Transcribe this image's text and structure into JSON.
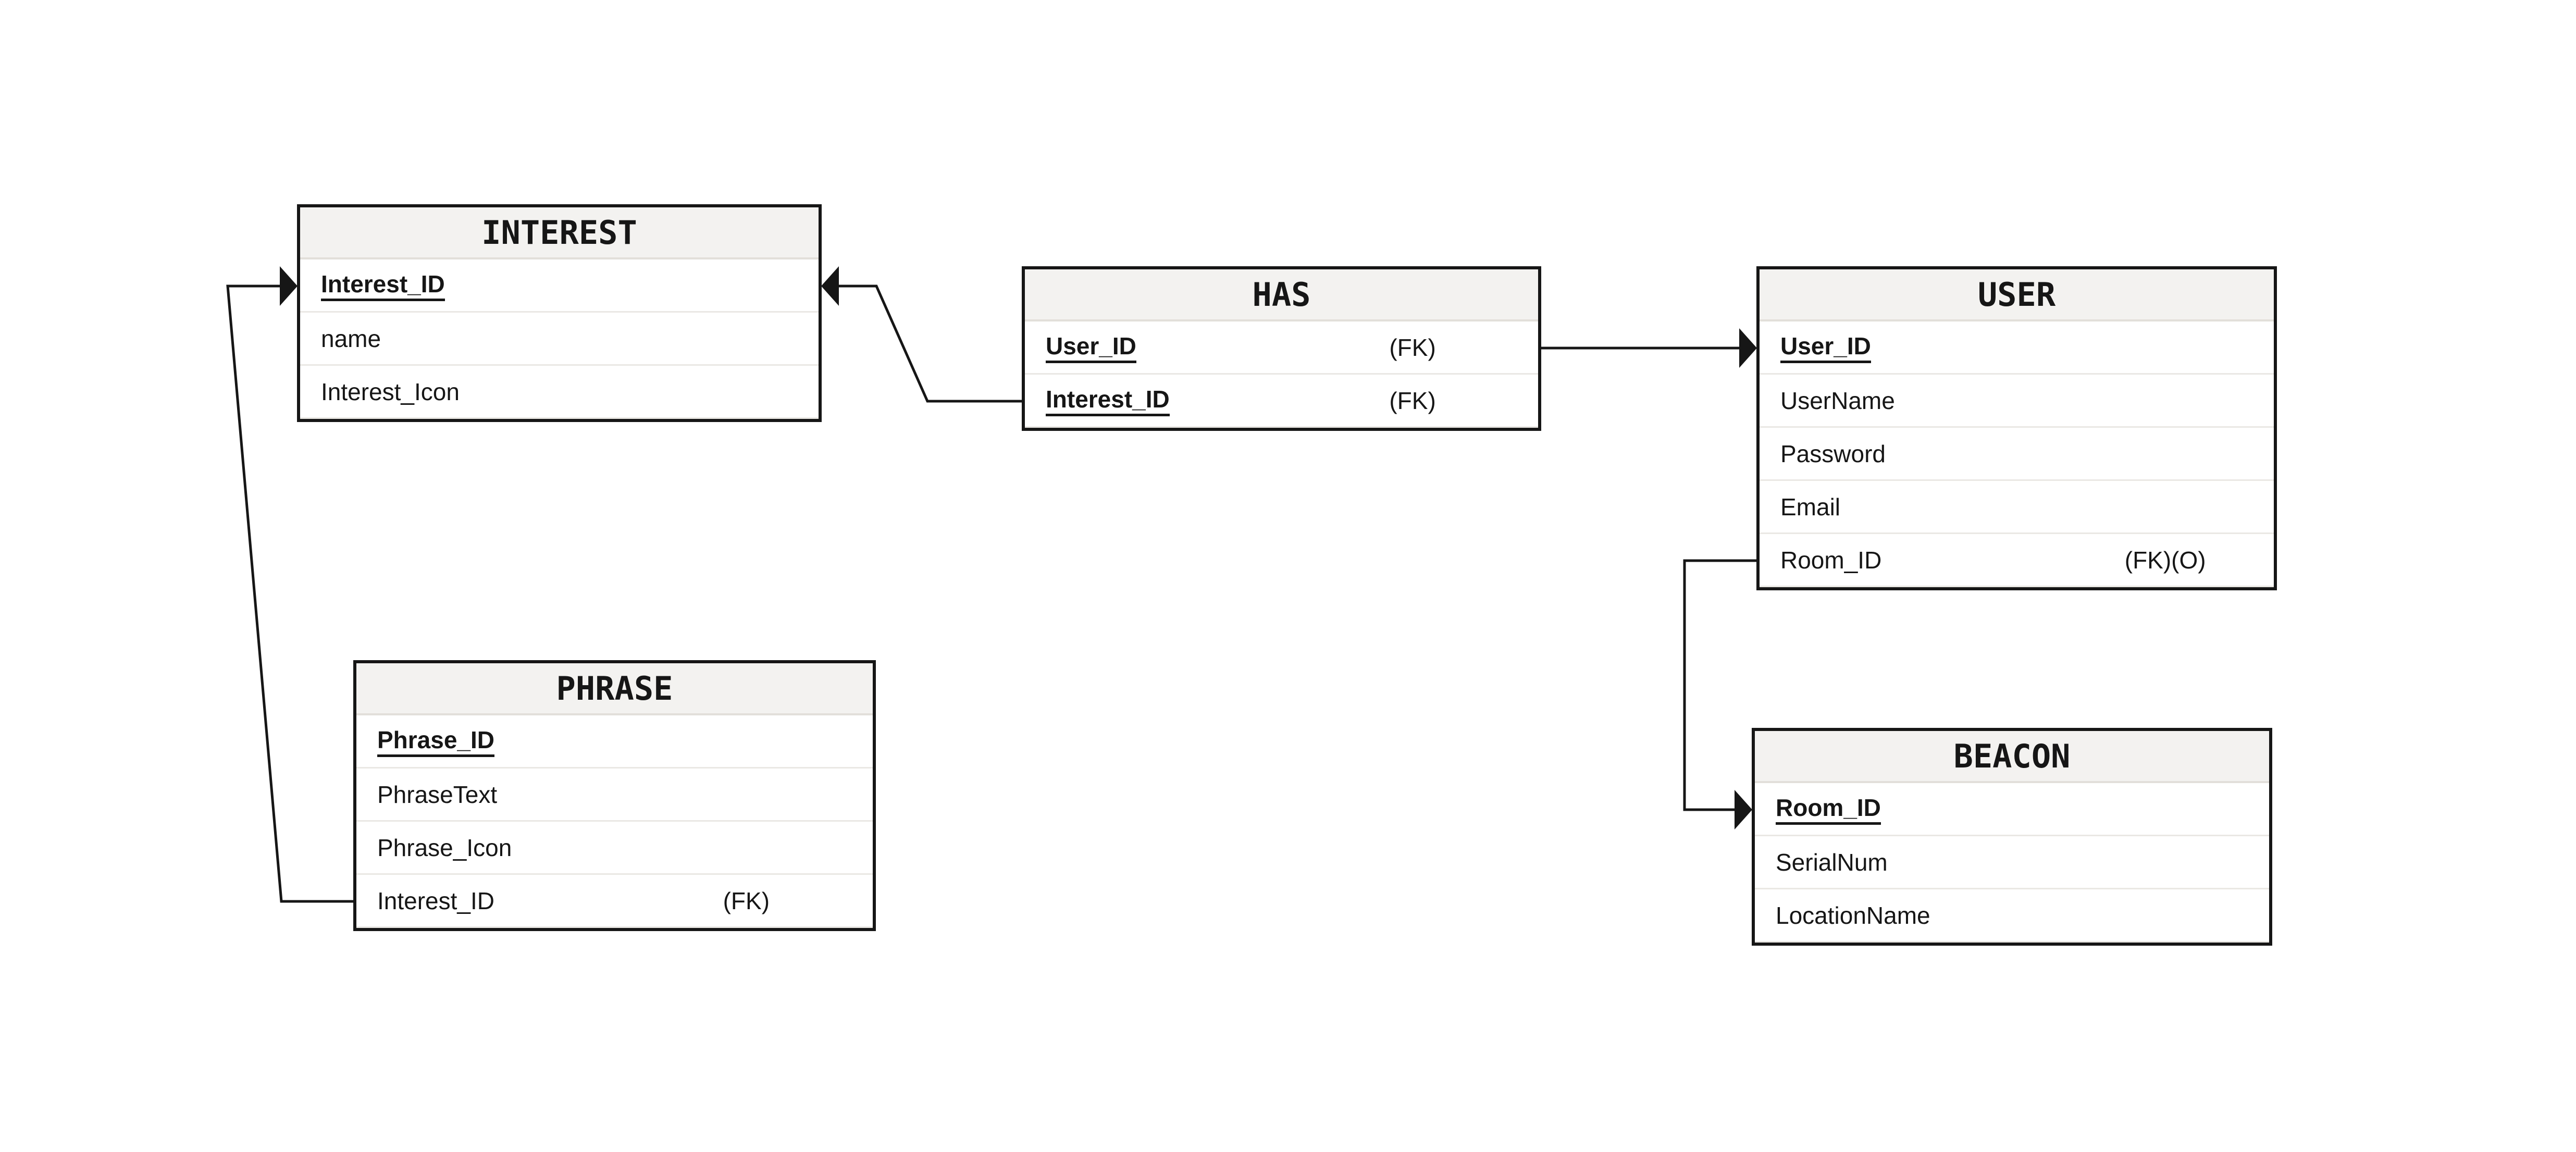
{
  "diagram": {
    "type": "entity-relationship",
    "background": "#ffffff",
    "colors": {
      "line": "#161616",
      "entity_border": "#161616",
      "entity_header_fill": "#f3f2f0",
      "row_separator": "#eae8e4",
      "text": "#161616"
    },
    "tables": {
      "interest": {
        "title": "INTEREST",
        "attributes": [
          {
            "name": "Interest_ID",
            "key": "PK"
          },
          {
            "name": "name"
          },
          {
            "name": "Interest_Icon"
          }
        ]
      },
      "has": {
        "title": "HAS",
        "attributes": [
          {
            "name": "User_ID",
            "key": "PK",
            "annotation": "(FK)"
          },
          {
            "name": "Interest_ID",
            "key": "PK",
            "annotation": "(FK)"
          }
        ]
      },
      "user": {
        "title": "USER",
        "attributes": [
          {
            "name": "User_ID",
            "key": "PK"
          },
          {
            "name": "UserName"
          },
          {
            "name": "Password"
          },
          {
            "name": "Email"
          },
          {
            "name": "Room_ID",
            "annotation": "(FK)(O)"
          }
        ]
      },
      "phrase": {
        "title": "PHRASE",
        "attributes": [
          {
            "name": "Phrase_ID",
            "key": "PK"
          },
          {
            "name": "PhraseText"
          },
          {
            "name": "Phrase_Icon"
          },
          {
            "name": "Interest_ID",
            "annotation": "(FK)"
          }
        ]
      },
      "beacon": {
        "title": "BEACON",
        "attributes": [
          {
            "name": "Room_ID",
            "key": "PK"
          },
          {
            "name": "SerialNum"
          },
          {
            "name": "LocationName"
          }
        ]
      }
    },
    "relationships": [
      {
        "from": "PHRASE.Interest_ID",
        "to": "INTEREST.Interest_ID",
        "arrow_points_into": "INTEREST"
      },
      {
        "from": "HAS.Interest_ID",
        "to": "INTEREST.Interest_ID",
        "arrow_points_into": "INTEREST"
      },
      {
        "from": "HAS.User_ID",
        "to": "USER.User_ID",
        "arrow_points_into": "USER"
      },
      {
        "from": "USER.Room_ID",
        "to": "BEACON.Room_ID",
        "arrow_points_into": "BEACON"
      }
    ]
  }
}
